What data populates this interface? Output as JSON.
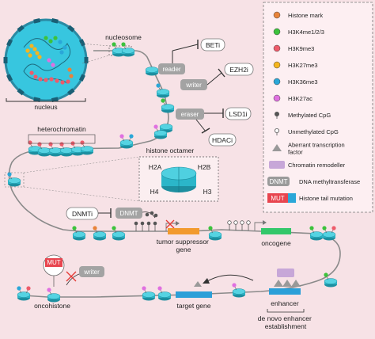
{
  "diagram": {
    "labels": {
      "nucleosome": "nucleosome",
      "nucleus": "nucleus",
      "heterochromatin": "heterochromatin",
      "histone_octamer": "histone octamer",
      "tumor_suppressor_gene": "tumor suppressor\ngene",
      "oncogene": "oncogene",
      "target_gene": "target gene",
      "enhancer": "enhancer",
      "de_novo_enhancer": "de novo enhancer\nestablishment",
      "oncohistone": "oncohistone"
    },
    "histone_subunits": [
      "H2A",
      "H2B",
      "H4",
      "H3"
    ],
    "enzymes": {
      "reader": "reader",
      "writer": "writer",
      "eraser": "eraser",
      "dnmt": "DNMT",
      "writer2": "writer",
      "mut": "MUT"
    },
    "inhibitors": {
      "beti": "BETi",
      "ezh2i": "EZH2i",
      "lsd1i": "LSD1i",
      "hdaci": "HDACi",
      "dnmti": "DNMTi"
    }
  },
  "legend": {
    "items": [
      {
        "label": "Histone mark",
        "kind": "dot",
        "color": "#e8833a"
      },
      {
        "label": "H3K4me1/2/3",
        "kind": "dot",
        "color": "#3cc23c"
      },
      {
        "label": "H3K9me3",
        "kind": "dot",
        "color": "#ee5b6a"
      },
      {
        "label": "H3K27me3",
        "kind": "dot",
        "color": "#f5b51f"
      },
      {
        "label": "H3K36me3",
        "kind": "dot",
        "color": "#2aa7d8"
      },
      {
        "label": "H3K27ac",
        "kind": "dot",
        "color": "#e070e0"
      },
      {
        "label": "Methylated CpG",
        "kind": "lollipop-filled",
        "color": "#555555"
      },
      {
        "label": "Unmethylated CpG",
        "kind": "lollipop-open",
        "color": "#555555"
      },
      {
        "label": "Aberrant transcription\nfactor",
        "kind": "triangle",
        "color": "#999999"
      },
      {
        "label": "Chromatin remodeller",
        "kind": "rect",
        "color": "#c7a7d8"
      },
      {
        "label": "DNA methyltransferase",
        "kind": "dnmt",
        "color": "#9a9a9a",
        "tag": "DNMT"
      },
      {
        "label": "Histone tail mutation",
        "kind": "mut",
        "color": "#e8454f",
        "tag": "MUT"
      }
    ]
  },
  "colors": {
    "nucleosome": "#2bb6c9",
    "nucleosome_dark": "#1d8fa0",
    "nucleus": "#37c6df",
    "nucleus_border": "#2a8aa3",
    "enzyme": "#a3a3a3",
    "tumor_suppressor": "#f29a2e",
    "oncogene": "#33c76a",
    "target_gene": "#2b9fd8",
    "enhancer": "#2b9fd8",
    "inhibitor_box_border": "#777777",
    "red_cross": "#e53935"
  }
}
